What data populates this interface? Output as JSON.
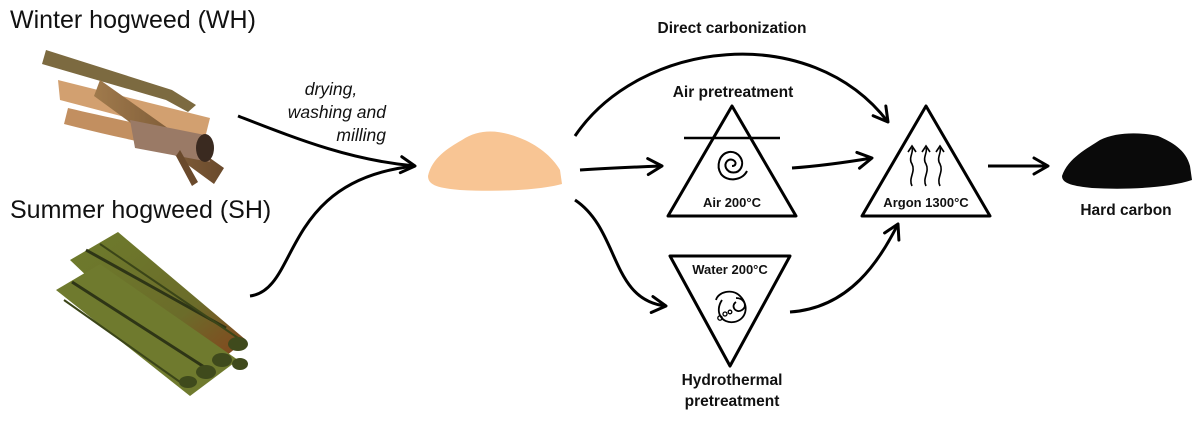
{
  "sources": {
    "winter": "Winter hogweed (WH)",
    "summer": "Summer hogweed (SH)"
  },
  "steps": {
    "drying_1": "drying,",
    "drying_2": "washing and",
    "drying_3": "milling"
  },
  "routes": {
    "direct": "Direct carbonization",
    "air": "Air pretreatment",
    "hydro_1": "Hydrothermal",
    "hydro_2": "pretreatment"
  },
  "conditions": {
    "air": "Air 200°C",
    "water": "Water 200°C",
    "argon": "Argon 1300°C"
  },
  "product": "Hard carbon",
  "colors": {
    "powder": "#f8c594",
    "carbon": "#0a0a0a",
    "winter_stem": "#7b5a3a",
    "summer_stem": "#6f7a2e",
    "summer_stem_tip": "#8a3b1c"
  },
  "icons": {
    "air": "spiral-icon",
    "water": "bubbling-spiral-icon",
    "argon": "heat-waves-icon"
  }
}
